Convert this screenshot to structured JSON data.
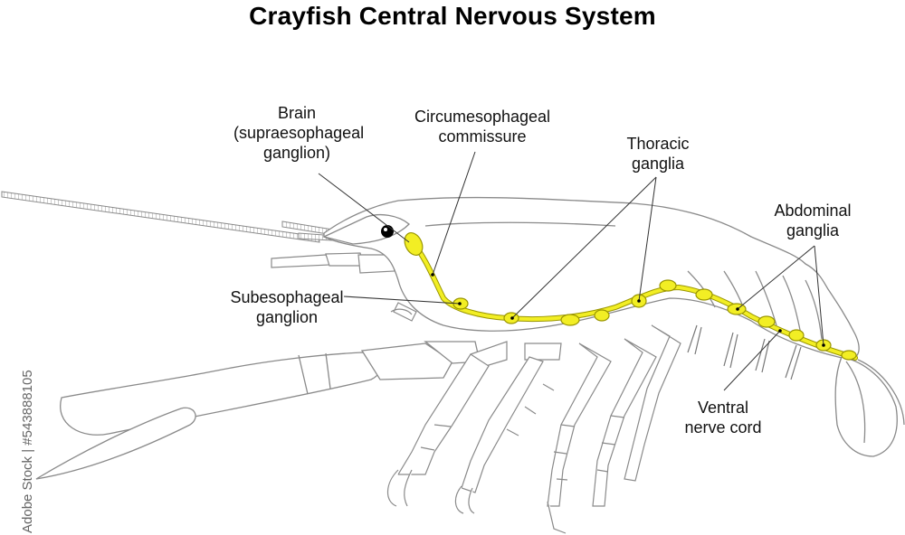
{
  "title": "Crayfish Central Nervous System",
  "labels": {
    "brain": [
      "Brain",
      "(supraesophageal",
      "ganglion)"
    ],
    "circumesophageal": [
      "Circumesophageal",
      "commissure"
    ],
    "thoracic": [
      "Thoracic",
      "ganglia"
    ],
    "abdominal": [
      "Abdominal",
      "ganglia"
    ],
    "subesophageal": [
      "Subesophageal",
      "ganglion"
    ],
    "ventral": [
      "Ventral",
      "nerve cord"
    ]
  },
  "watermark": "Adobe Stock | #543888105",
  "colors": {
    "nerve": "#f2ee24",
    "nerve_outline": "#9a9600",
    "body_outline": "#8a8a8a",
    "leader": "#333333"
  }
}
